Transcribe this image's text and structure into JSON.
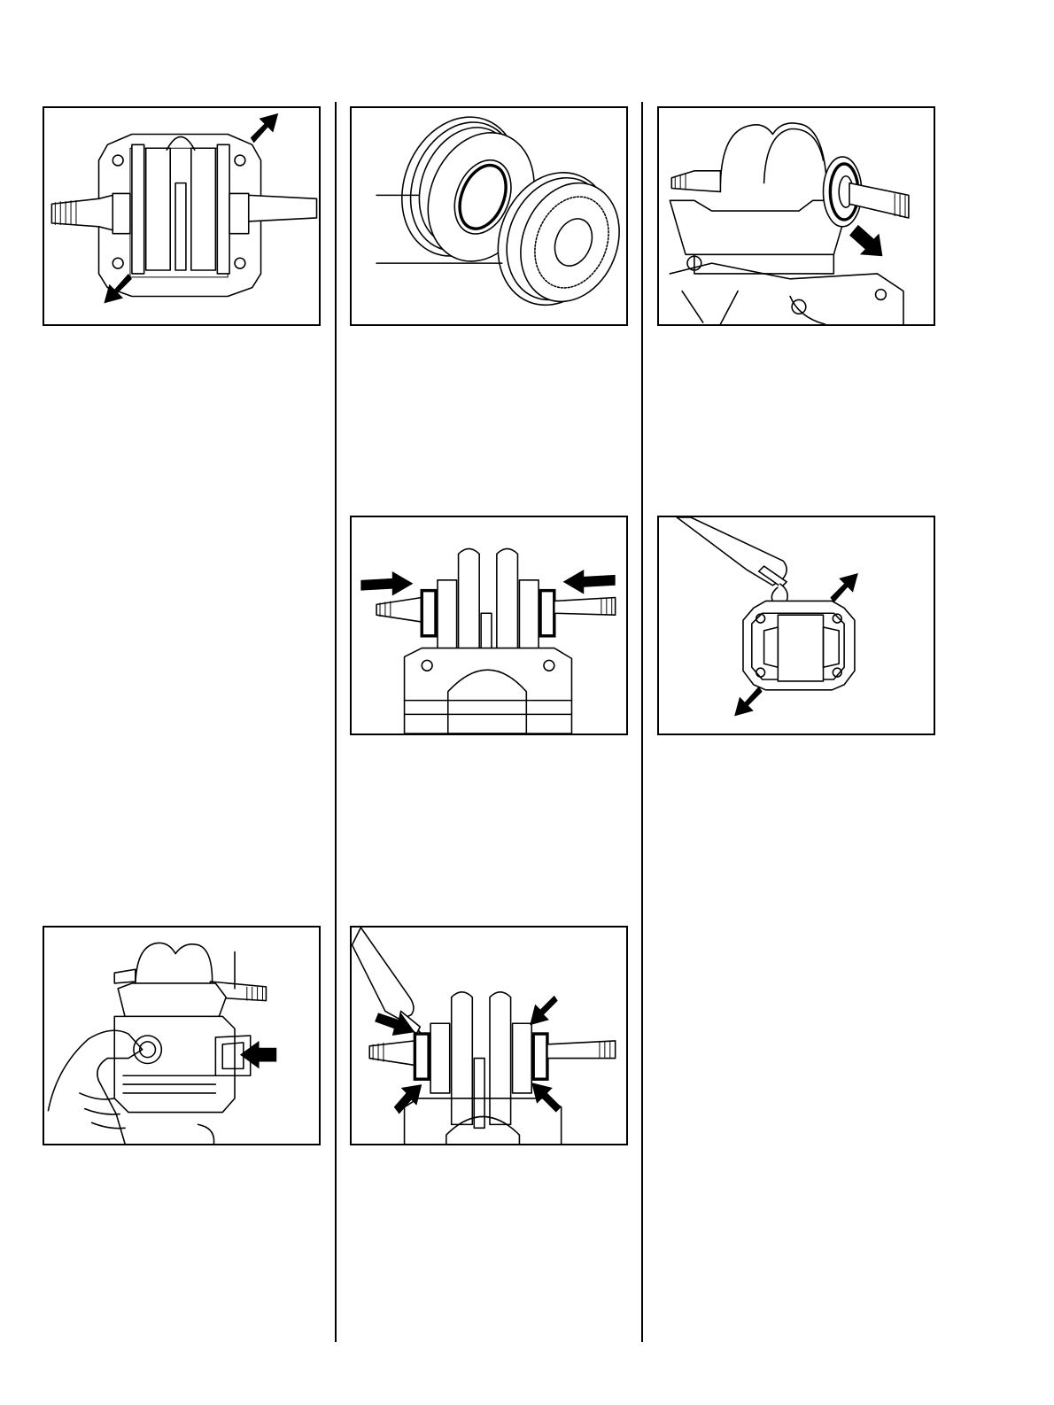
{
  "document": {
    "figures": [
      {
        "id": "fig-1",
        "subject": "crankshaft-gasket",
        "arrows": 2
      },
      {
        "id": "fig-2",
        "subject": "oil-seals",
        "callouts": 2
      },
      {
        "id": "fig-3",
        "subject": "seal-on-crankcase",
        "arrows": 1
      },
      {
        "id": "fig-4",
        "subject": "bearings-on-crankcase",
        "arrows": 2
      },
      {
        "id": "fig-5",
        "subject": "sealant-on-gasket",
        "arrows": 2
      },
      {
        "id": "fig-6",
        "subject": "cylinder-in-hand",
        "arrows": 1,
        "callouts": 1
      },
      {
        "id": "fig-7",
        "subject": "sealant-on-seals",
        "arrows": 4
      }
    ],
    "colors": {
      "line": "#000000",
      "background": "#ffffff"
    }
  }
}
